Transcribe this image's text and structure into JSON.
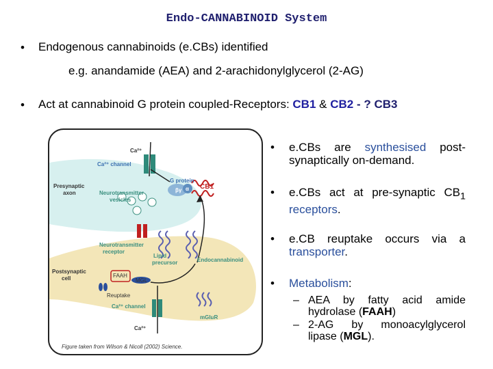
{
  "title": "Endo-CANNABINOID System",
  "bullet1": {
    "text": "Endogenous cannabinoids (e.CBs) identified",
    "example": "e.g. anandamide (AEA) and 2-arachidonylglycerol (2-AG)"
  },
  "bullet2": {
    "pre": "Act at cannabinoid G protein coupled-Receptors: ",
    "cb1": "CB1",
    "amp": " & ",
    "cb2": "CB2",
    "dash": " - ? ",
    "cb3": "CB3"
  },
  "right": {
    "p1_a": "e.CBs are ",
    "p1_hl": "synthesised",
    "p1_b": " post-synaptically on-demand.",
    "p2_a": "e.CBs act at pre-synaptic CB",
    "p2_sub": "1",
    "p2_hl": "receptors",
    "p2_end": ".",
    "p3_a": "e.CB reuptake occurs via a ",
    "p3_hl": "transporter",
    "p3_end": ".",
    "p4_hl": "Metabolism",
    "p4_end": ":",
    "s1_a": "AEA by fatty acid amide hydrolase (",
    "s1_b": "FAAH",
    "s1_c": ")",
    "s2_a": "2-AG by monoacylglycerol lipase (",
    "s2_b": "MGL",
    "s2_c": ")."
  },
  "figure": {
    "ca_top": "Ca²⁺",
    "ca_channel_top": "Ca²⁺ channel",
    "g_protein": "G protein",
    "beta_gamma": "βγ",
    "alpha": "α",
    "cb1_label": "CB1",
    "presynaptic": "Presynaptic",
    "axon": "axon",
    "nt_vesicles_1": "Neurotransmitter",
    "nt_vesicles_2": "vesicles",
    "nt_receptor_1": "Neurotransmitter",
    "nt_receptor_2": "receptor",
    "lipid_1": "Lipid",
    "lipid_2": "precursor",
    "endocannabinoid": "Endocannabinoid",
    "postsynaptic": "Postsynaptic",
    "cell": "cell",
    "faah": "FAAH",
    "mgl": "MGL",
    "reuptake": "Reuptake",
    "ca_channel_bottom": "Ca²⁺ channel",
    "mglur": "mGluR",
    "ca_bottom": "Ca²⁺",
    "caption": "Figure taken from Wilson & Nicoll (2002) Science."
  },
  "colors": {
    "title": "#1f1f6e",
    "highlight": "#2a4f9c",
    "cb_label": "#1f1fa0",
    "presynaptic_fill": "#d7f0ef",
    "postsynaptic_fill": "#f3e6b8",
    "cb1_receptor": "#c02020"
  }
}
